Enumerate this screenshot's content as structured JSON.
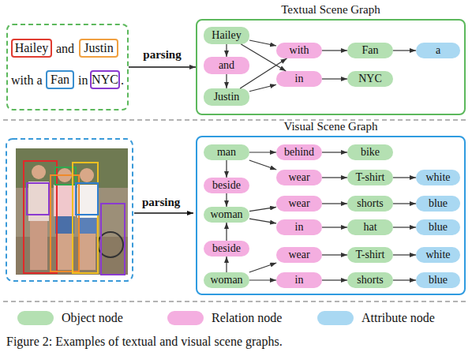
{
  "diagram": {
    "caption": "Figure 2: Examples of textual and visual scene graphs.",
    "nodes": [
      {
        "text": [
          "and",
          "with a",
          "in",
          "."
        ]
      },
      {
        "text": [
          "Hailey"
        ],
        "in": 0
      },
      {
        "text": [
          "Justin"
        ],
        "in": 0
      },
      {
        "text": [
          "Fan"
        ],
        "in": 0
      },
      {
        "text": [
          "NYC"
        ],
        "in": 0
      },
      {
        "text": [
          "Textual Scene Graph"
        ]
      },
      {
        "text": [
          "Hailey"
        ],
        "in": 5
      },
      {
        "text": [
          "and"
        ],
        "in": 5
      },
      {
        "text": [
          "Justin"
        ],
        "in": 5
      },
      {
        "text": [
          "with"
        ],
        "in": 5
      },
      {
        "text": [
          "in"
        ],
        "in": 5
      },
      {
        "text": [
          "Fan"
        ],
        "in": 5
      },
      {
        "text": [
          "a"
        ],
        "in": 5
      },
      {
        "text": [
          "NYC"
        ],
        "in": 5
      },
      {
        "text": [
          "Visual Scene Graph"
        ]
      },
      {
        "text": [
          "man"
        ],
        "in": 14
      },
      {
        "text": [
          "behind"
        ],
        "in": 14
      },
      {
        "text": [
          "bike"
        ],
        "in": 14
      },
      {
        "text": [
          "wear"
        ],
        "in": 14
      },
      {
        "text": [
          "T-shirt"
        ],
        "in": 14
      },
      {
        "text": [
          "white"
        ],
        "in": 14
      },
      {
        "text": [
          "beside"
        ],
        "in": 14
      },
      {
        "text": [
          "wear"
        ],
        "in": 14
      },
      {
        "text": [
          "shorts"
        ],
        "in": 14
      },
      {
        "text": [
          "blue"
        ],
        "in": 14
      },
      {
        "text": [
          "woman"
        ],
        "in": 14
      },
      {
        "text": [
          "in"
        ],
        "in": 14
      },
      {
        "text": [
          "hat"
        ],
        "in": 14
      },
      {
        "text": [
          "blue"
        ],
        "in": 14
      },
      {
        "text": [
          "beside"
        ],
        "in": 14
      },
      {
        "text": [
          "wear"
        ],
        "in": 14
      },
      {
        "text": [
          "T-shirt"
        ],
        "in": 14
      },
      {
        "text": [
          "white"
        ],
        "in": 14
      },
      {
        "text": [
          "woman"
        ],
        "in": 14
      },
      {
        "text": [
          "in"
        ],
        "in": 14
      },
      {
        "text": [
          "shorts"
        ],
        "in": 14
      },
      {
        "text": [
          "blue"
        ],
        "in": 14
      }
    ],
    "edges": [
      {
        "from": 0,
        "to": 5,
        "arrow": "to",
        "label": "parsing"
      },
      {
        "from": 6,
        "to": 7,
        "arrow": "to"
      },
      {
        "from": 7,
        "to": 8,
        "arrow": "to"
      },
      {
        "from": 6,
        "to": 9,
        "arrow": "to"
      },
      {
        "from": 6,
        "to": 10,
        "arrow": "to"
      },
      {
        "from": 8,
        "to": 9,
        "arrow": "to"
      },
      {
        "from": 8,
        "to": 10,
        "arrow": "to"
      },
      {
        "from": 9,
        "to": 11,
        "arrow": "to"
      },
      {
        "from": 10,
        "to": 13,
        "arrow": "to"
      },
      {
        "from": 11,
        "to": 12,
        "arrow": "to"
      },
      {
        "from": 15,
        "to": 16,
        "arrow": "to"
      },
      {
        "from": 16,
        "to": 17,
        "arrow": "to"
      },
      {
        "from": 15,
        "to": 18,
        "arrow": "to"
      },
      {
        "from": 18,
        "to": 19,
        "arrow": "to"
      },
      {
        "from": 19,
        "to": 20,
        "arrow": "to"
      },
      {
        "from": 15,
        "to": 21,
        "arrow": "to"
      },
      {
        "from": 21,
        "to": 25,
        "arrow": "to"
      },
      {
        "from": 25,
        "to": 22,
        "arrow": "to"
      },
      {
        "from": 22,
        "to": 23,
        "arrow": "to"
      },
      {
        "from": 23,
        "to": 24,
        "arrow": "to"
      },
      {
        "from": 25,
        "to": 26,
        "arrow": "to"
      },
      {
        "from": 26,
        "to": 27,
        "arrow": "to"
      },
      {
        "from": 27,
        "to": 28,
        "arrow": "to"
      },
      {
        "from": 33,
        "to": 29,
        "arrow": "to"
      },
      {
        "from": 29,
        "to": 25,
        "arrow": "to"
      },
      {
        "from": 33,
        "to": 30,
        "arrow": "to"
      },
      {
        "from": 30,
        "to": 31,
        "arrow": "to"
      },
      {
        "from": 31,
        "to": 32,
        "arrow": "to"
      },
      {
        "from": 33,
        "to": 34,
        "arrow": "to"
      },
      {
        "from": 34,
        "to": 35,
        "arrow": "to"
      },
      {
        "from": 35,
        "to": 36,
        "arrow": "to"
      }
    ],
    "labels": [
      "parsing"
    ],
    "legend": [
      {
        "text": "Object node",
        "color": "#b4e0b2"
      },
      {
        "text": "Relation node",
        "color": "#f4aee0"
      },
      {
        "text": "Attribute node",
        "color": "#a9d8f2"
      }
    ]
  }
}
